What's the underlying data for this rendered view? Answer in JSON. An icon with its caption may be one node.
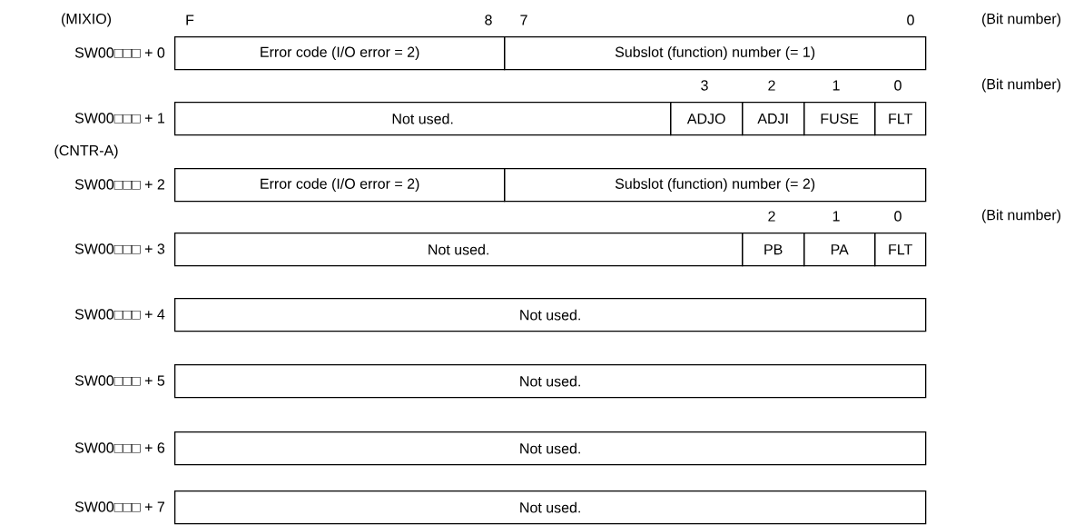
{
  "diagram": {
    "nodes": [
      {
        "text": [
          "Error code (I/O error = 2)"
        ]
      },
      {
        "text": [
          "Subslot (function) number (= 1)"
        ]
      },
      {
        "text": [
          "Not used."
        ]
      },
      {
        "text": [
          "ADJO"
        ]
      },
      {
        "text": [
          "ADJI"
        ]
      },
      {
        "text": [
          "FUSE"
        ]
      },
      {
        "text": [
          "FLT"
        ]
      },
      {
        "text": [
          "Error code (I/O error = 2)"
        ]
      },
      {
        "text": [
          "Subslot (function) number (= 2)"
        ]
      },
      {
        "text": [
          "Not used."
        ]
      },
      {
        "text": [
          "PB"
        ]
      },
      {
        "text": [
          "PA"
        ]
      },
      {
        "text": [
          "FLT"
        ]
      },
      {
        "text": [
          "Not used."
        ]
      },
      {
        "text": [
          "Not used."
        ]
      },
      {
        "text": [
          "Not used."
        ]
      },
      {
        "text": [
          "Not used."
        ]
      }
    ],
    "labels": [
      "(MIXIO)",
      "F",
      "8",
      "7",
      "0",
      "(Bit number)",
      "SW00□□□ + 0",
      "3",
      "2",
      "1",
      "0",
      "(Bit number)",
      "SW00□□□ + 1",
      "(CNTR-A)",
      "SW00□□□ + 2",
      "2",
      "1",
      "0",
      "(Bit number)",
      "SW00□□□ + 3",
      "SW00□□□ + 4",
      "SW00□□□ + 5",
      "SW00□□□ + 6",
      "SW00□□□ + 7"
    ]
  }
}
